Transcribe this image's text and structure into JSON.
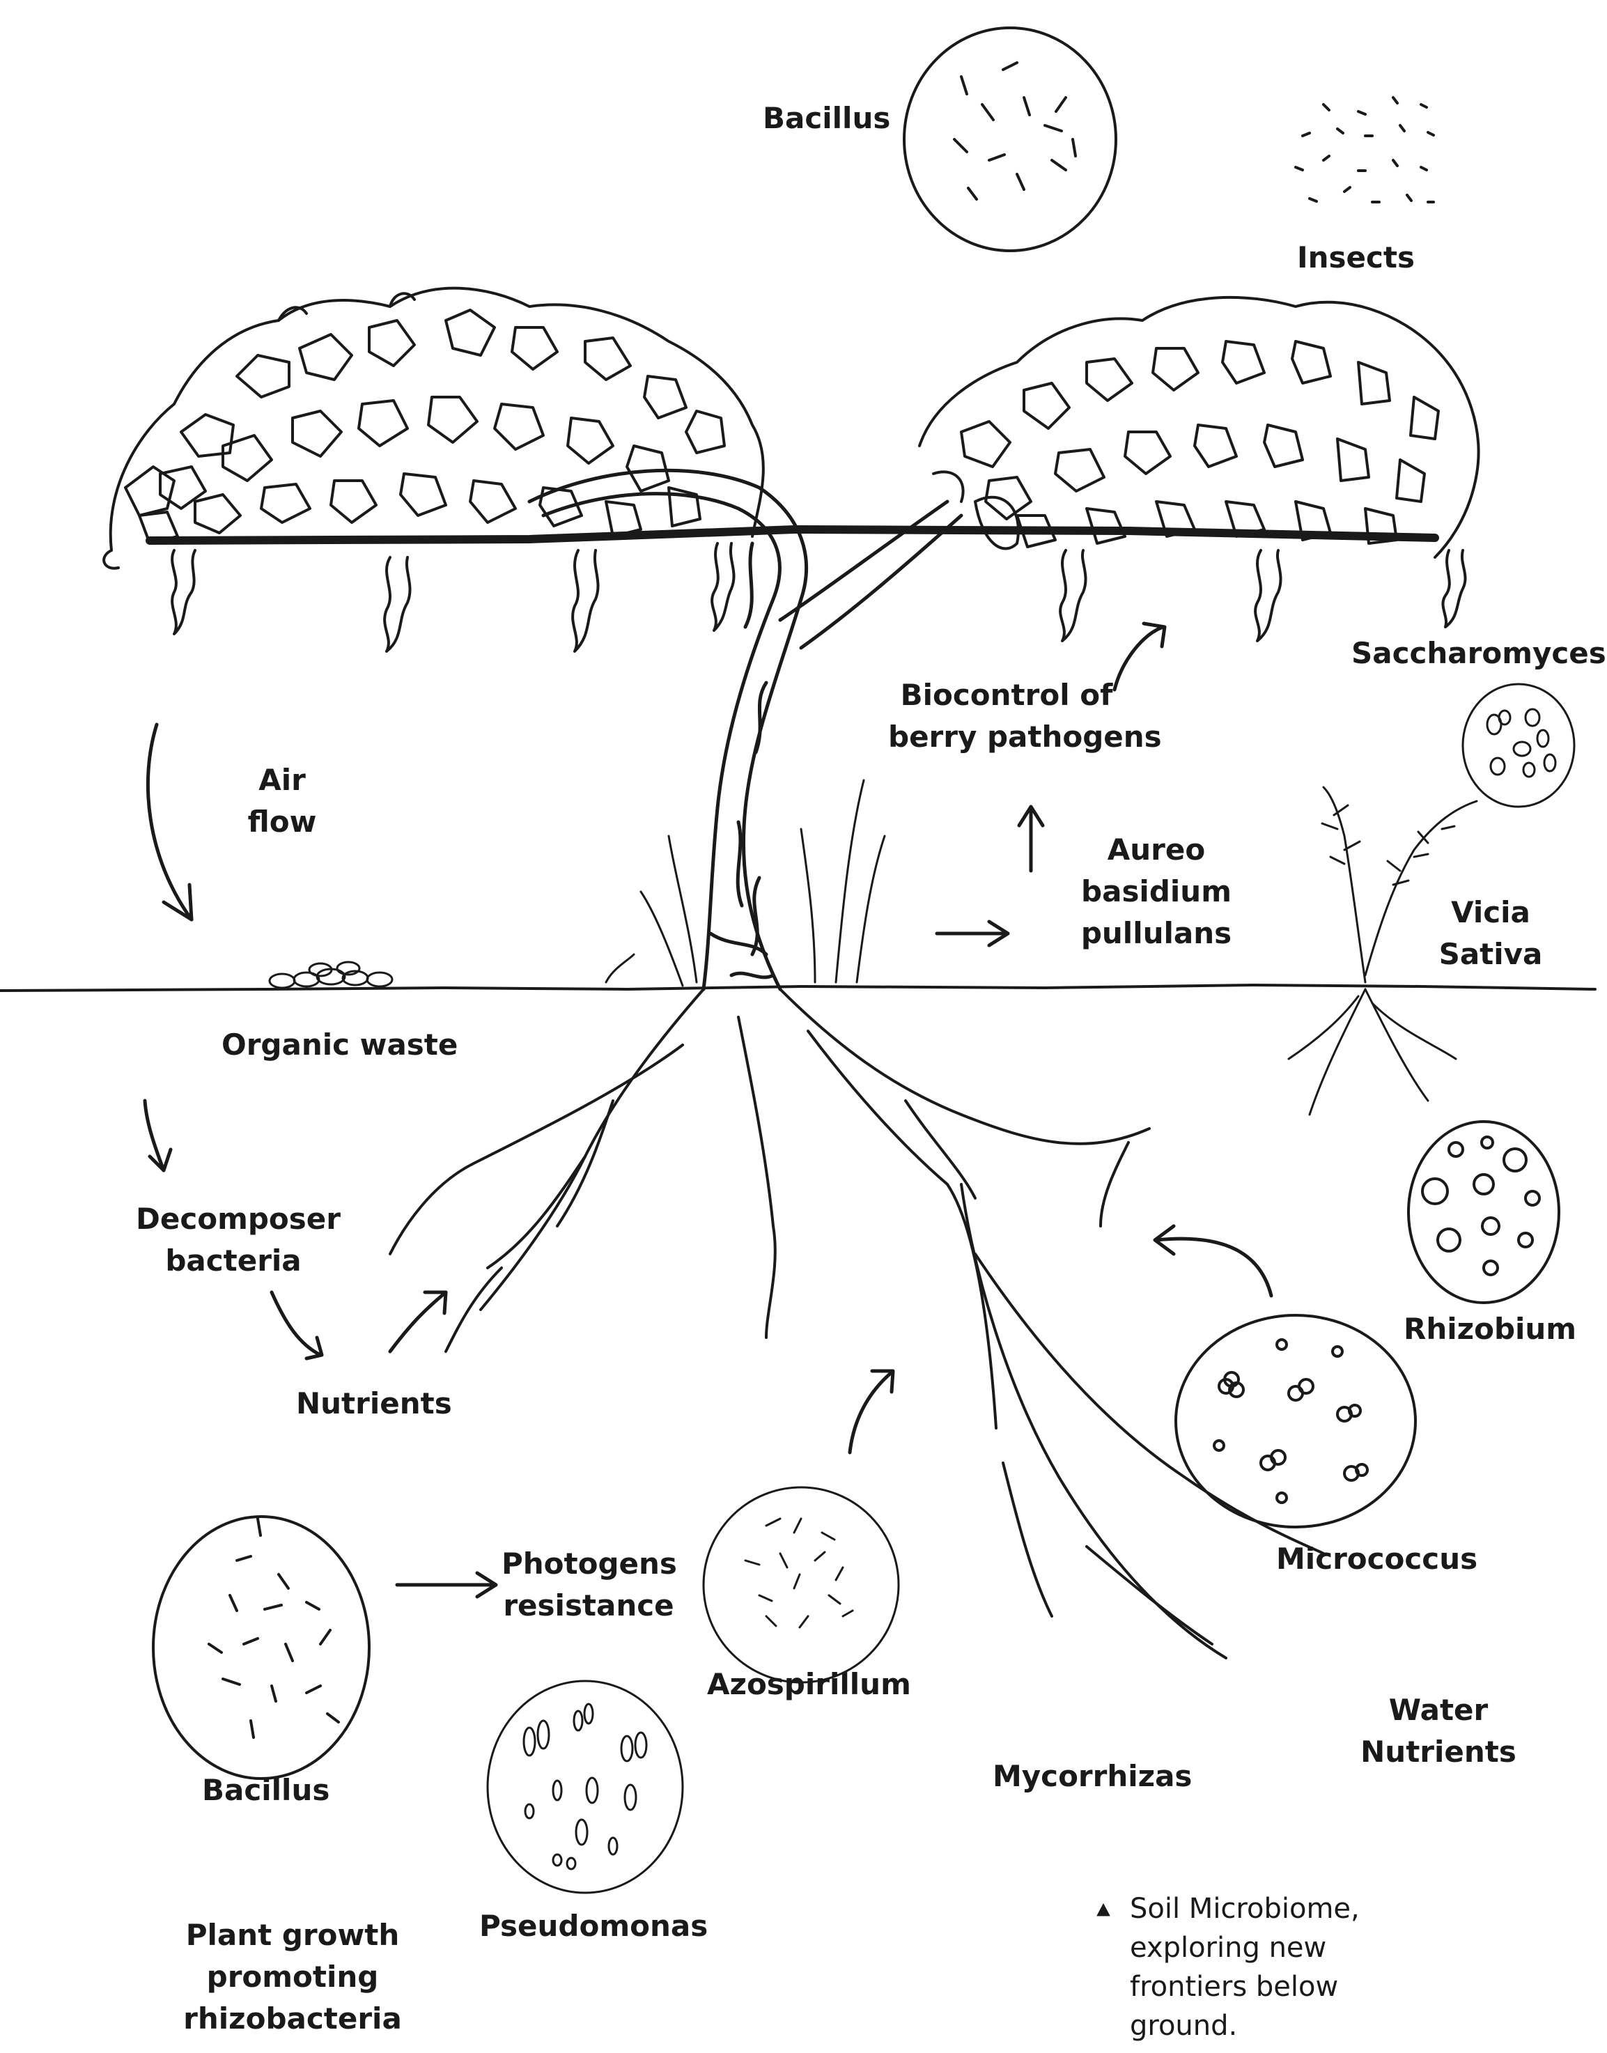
{
  "labels": {
    "bacillus_top": "Bacillus",
    "insects": "Insects",
    "biocontrol": [
      "Biocontrol of",
      "berry pathogens"
    ],
    "saccharomyces": "Saccharomyces",
    "air_flow": [
      "Air",
      "flow"
    ],
    "aureo": [
      "Aureo",
      "basidium",
      "pullulans"
    ],
    "vicia": [
      "Vicia",
      "Sativa"
    ],
    "organic_waste": "Organic waste",
    "decomposer": [
      "Decomposer",
      "bacteria"
    ],
    "nutrients": "Nutrients",
    "rhizobium": "Rhizobium",
    "photogens": [
      "Photogens",
      "resistance"
    ],
    "azospirillum": "Azospirillum",
    "micrococcus": "Micrococcus",
    "bacillus_bottom": "Bacillus",
    "water_nutrients": [
      "Water",
      "Nutrients"
    ],
    "mycorrhizas": "Mycorrhizas",
    "pseudomonas": "Pseudomonas",
    "pgpr": [
      "Plant growth",
      "promoting",
      "rhizobacteria"
    ]
  },
  "caption": {
    "marker": "▲",
    "lines": [
      "Soil Microbiome,",
      "exploring new",
      "frontiers below",
      "ground."
    ]
  },
  "colors": {
    "ink": "#1a1a1a",
    "background": "#ffffff"
  }
}
